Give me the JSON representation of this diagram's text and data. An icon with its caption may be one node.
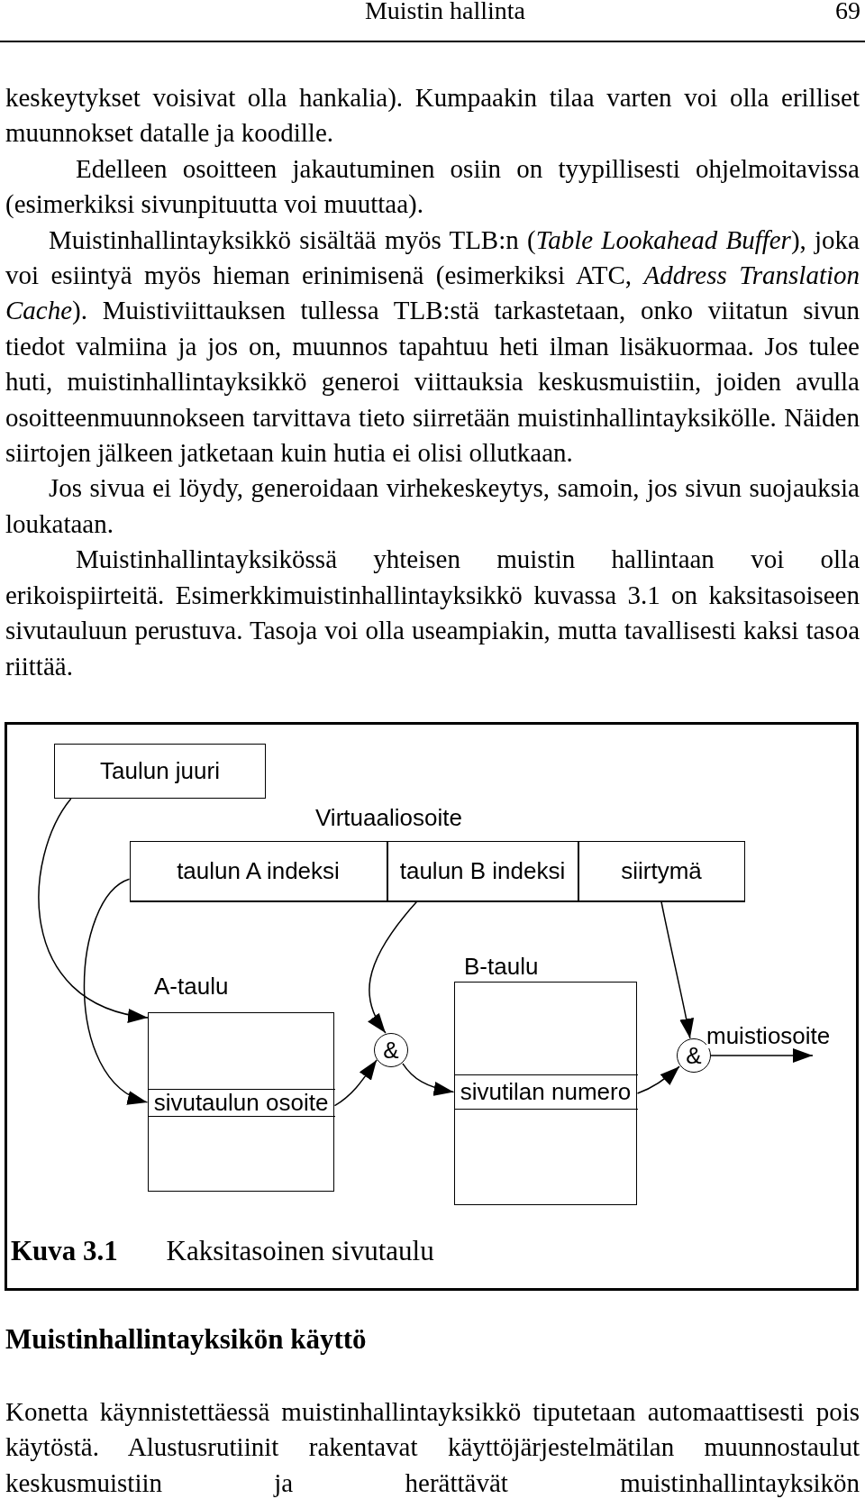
{
  "diagram": {
    "caption": "**Kuva 3.1** Kaksitasoinen sivutaulu",
    "nodes": [
      {
        "text": [
          "Taulun juuri"
        ]
      },
      {
        "text": [
          "Virtuaaliosoite"
        ]
      },
      {
        "text": [
          "taulun A indeksi"
        ],
        "in": 1
      },
      {
        "text": [
          "taulun B indeksi"
        ],
        "in": 1
      },
      {
        "text": [
          "siirtymä"
        ],
        "in": 1
      },
      {
        "text": [
          "A-taulu"
        ]
      },
      {
        "text": [
          "sivutaulun osoite"
        ],
        "in": 5
      },
      {
        "text": [
          "&"
        ]
      },
      {
        "text": [
          "B-taulu"
        ]
      },
      {
        "text": [
          "sivutilan numero"
        ],
        "in": 8
      },
      {
        "text": [
          "&"
        ]
      }
    ],
    "edges": [
      {
        "from": 0,
        "to": 5,
        "arrow": "to"
      },
      {
        "from": 2,
        "to": 6,
        "arrow": "to"
      },
      {
        "from": 6,
        "to": 7,
        "arrow": "to"
      },
      {
        "from": 3,
        "to": 7,
        "arrow": "to"
      },
      {
        "from": 7,
        "to": 9,
        "arrow": "to"
      },
      {
        "from": 9,
        "to": 10,
        "arrow": "to"
      },
      {
        "from": 4,
        "to": 10,
        "arrow": "to"
      },
      {
        "from": 10,
        "to": null,
        "label": "muistiosoite",
        "arrow": "to"
      }
    ],
    "labels": [
      "Muistin hallinta",
      "69",
      "keskeytykset voisivat olla hankalia). Kumpaakin tilaa varten voi olla erilliset muunnokset datalle ja koodille.",
      "Edelleen osoitteen jakautuminen osiin on tyypillisesti ohjelmoitavissa (esimerkiksi sivunpituutta voi muuttaa).",
      "Muistinhallintayksikkö sisältää myös TLB:n (*Table Lookahead Buffer*), joka voi esiintyä myös hieman erinimisenä (esimerkiksi ATC, *Address Translation Cache*). Muistiviittauksen tullessa TLB:stä tarkastetaan, onko viitatun sivun tiedot valmiina ja jos on, muunnos tapahtuu heti ilman lisäkuormaa. Jos tulee huti, muistinhallintayksikkö generoi viittauksia keskusmuistiin, joiden avulla osoitteenmuunnokseen tarvittava tieto siirretään muistinhallintayksikölle. Näiden siirtojen jälkeen jatketaan kuin hutia ei olisi ollutkaan.",
      "Jos sivua ei löydy, generoidaan virhekeskeytys, samoin, jos sivun suojauksia loukataan.",
      "Muistinhallintayksikössä yhteisen muistin hallintaan voi olla erikoispiirteitä. Esimerkkimuistinhallintayksikkö kuvassa 3.1 on kaksitasoiseen sivutauluun perustuva. Tasoja voi olla useampiakin, mutta tavallisesti kaksi tasoa riittää.",
      "Muistinhallintayksikön käyttö",
      "Konetta käynnistettäessä muistinhallintayksikkö tiputetaan automaattisesti pois käytöstä. Alustusrutiinit rakentavat käyttöjärjestelmätilan muunnostaulut keskusmuistiin ja herättävät muistinhallintayksikön"
    ]
  }
}
